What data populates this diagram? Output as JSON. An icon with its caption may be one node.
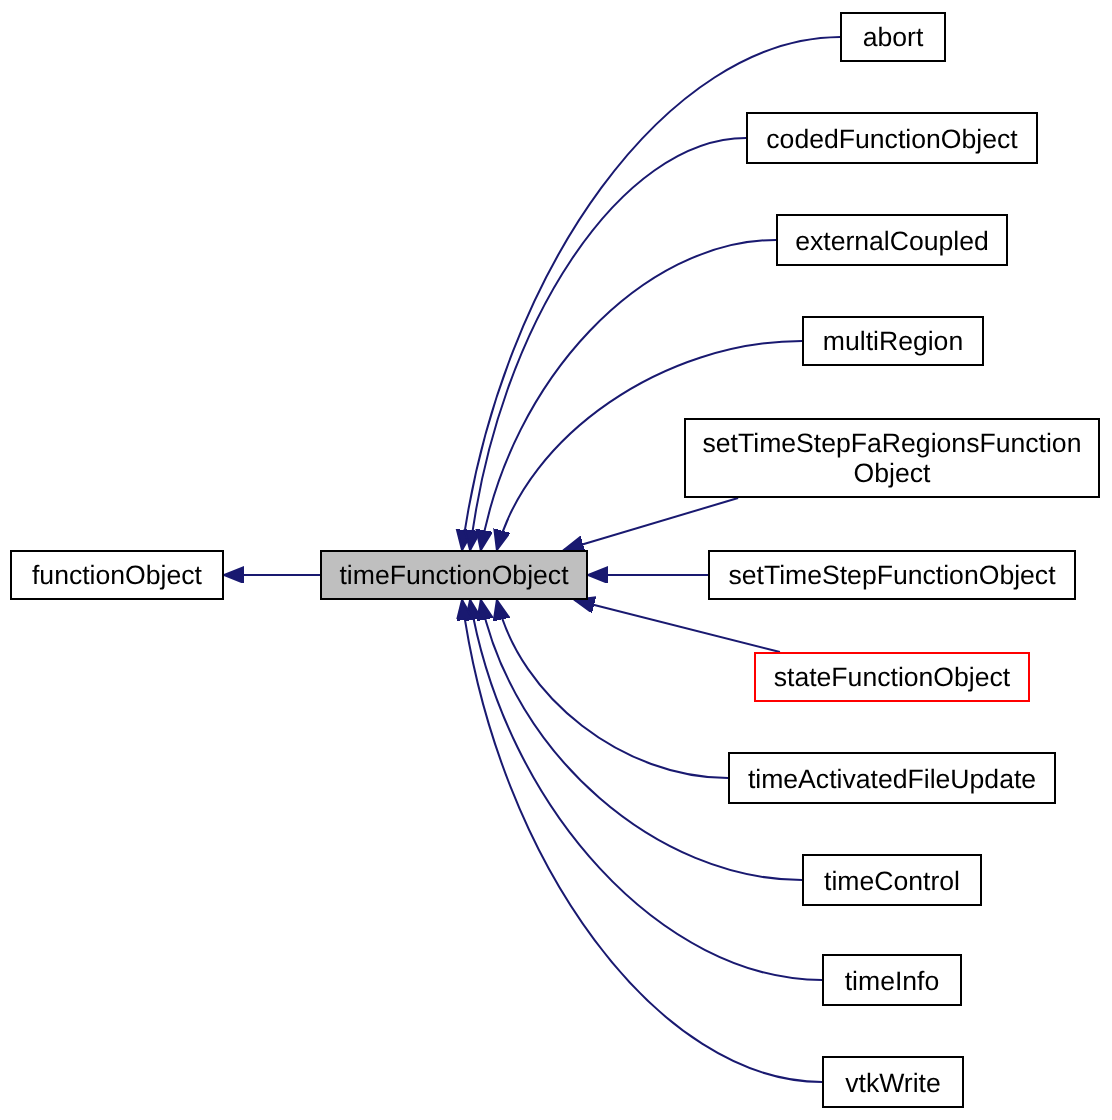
{
  "diagram": {
    "nodes": [
      {
        "text": [
          "functionObject"
        ]
      },
      {
        "text": [
          "timeFunctionObject"
        ]
      },
      {
        "text": [
          "abort"
        ]
      },
      {
        "text": [
          "codedFunctionObject"
        ]
      },
      {
        "text": [
          "externalCoupled"
        ]
      },
      {
        "text": [
          "multiRegion"
        ]
      },
      {
        "text": [
          "setTimeStepFaRegionsFunction Object"
        ]
      },
      {
        "text": [
          "setTimeStepFunctionObject"
        ]
      },
      {
        "text": [
          "stateFunctionObject"
        ]
      },
      {
        "text": [
          "timeActivatedFileUpdate"
        ]
      },
      {
        "text": [
          "timeControl"
        ]
      },
      {
        "text": [
          "timeInfo"
        ]
      },
      {
        "text": [
          "vtkWrite"
        ]
      }
    ],
    "edges": [
      {
        "from": 1,
        "to": 0,
        "arrow": "to"
      },
      {
        "from": 2,
        "to": 1,
        "arrow": "to"
      },
      {
        "from": 3,
        "to": 1,
        "arrow": "to"
      },
      {
        "from": 4,
        "to": 1,
        "arrow": "to"
      },
      {
        "from": 5,
        "to": 1,
        "arrow": "to"
      },
      {
        "from": 6,
        "to": 1,
        "arrow": "to"
      },
      {
        "from": 7,
        "to": 1,
        "arrow": "to"
      },
      {
        "from": 8,
        "to": 1,
        "arrow": "to"
      },
      {
        "from": 9,
        "to": 1,
        "arrow": "to"
      },
      {
        "from": 10,
        "to": 1,
        "arrow": "to"
      },
      {
        "from": 11,
        "to": 1,
        "arrow": "to"
      },
      {
        "from": 12,
        "to": 1,
        "arrow": "to"
      }
    ]
  }
}
